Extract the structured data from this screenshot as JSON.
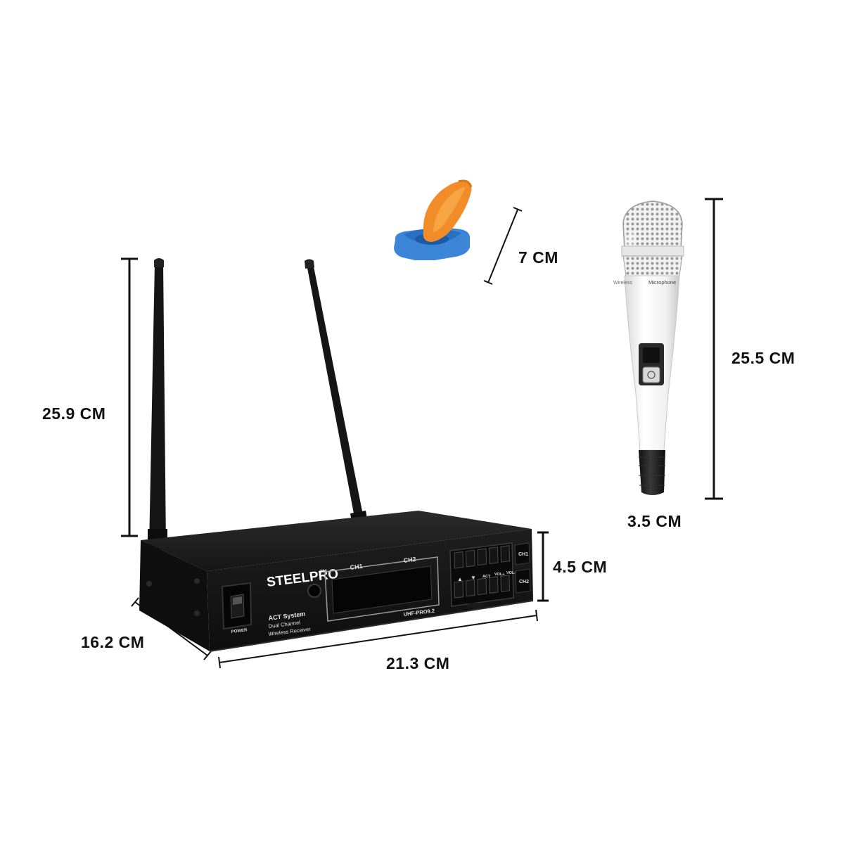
{
  "receiver": {
    "brand": "STEELPRO",
    "trademark": "TM",
    "power_label": "POWER",
    "system_lines": [
      "ACT System",
      "Dual Channel",
      "Wireless Receiver"
    ],
    "display_ch1": "CH1",
    "display_ch2": "CH2",
    "model": "UHF-PRO9.2",
    "button_labels": [
      "▲",
      "▼",
      "ACT",
      "VOL+",
      "VOL-"
    ],
    "ch1_label": "CH1",
    "ch2_label": "CH2"
  },
  "microphone": {
    "print_left": "Wireless",
    "print_right": "Microphone"
  },
  "dimensions": {
    "antenna_height": "25.9 CM",
    "receiver_depth": "16.2 CM",
    "receiver_width": "21.3 CM",
    "receiver_height": "4.5 CM",
    "clip_height": "7 CM",
    "mic_length": "25.5 CM",
    "mic_diameter": "3.5 CM"
  },
  "colors": {
    "receiver_body": "#1a1a1a",
    "clip_orange": "#f28c28",
    "clip_blue": "#3c86d8",
    "mic_body": "#f4f4f4",
    "dimension_line": "#111111"
  }
}
